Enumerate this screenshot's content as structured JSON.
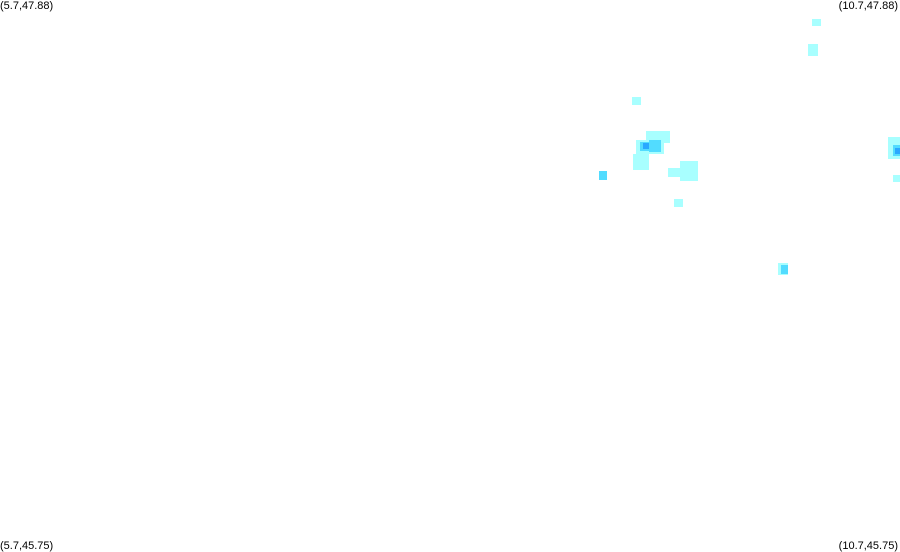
{
  "corners": {
    "top_left": "(5.7,47.88)",
    "top_right": "(10.7,47.88)",
    "bottom_left": "(5.7,45.75)",
    "bottom_right": "(10.7,45.75)"
  },
  "colors": {
    "background": "#ffffff",
    "light": "#a8ffff",
    "medium": "#52dcff",
    "strong": "#2aa8ff"
  }
}
